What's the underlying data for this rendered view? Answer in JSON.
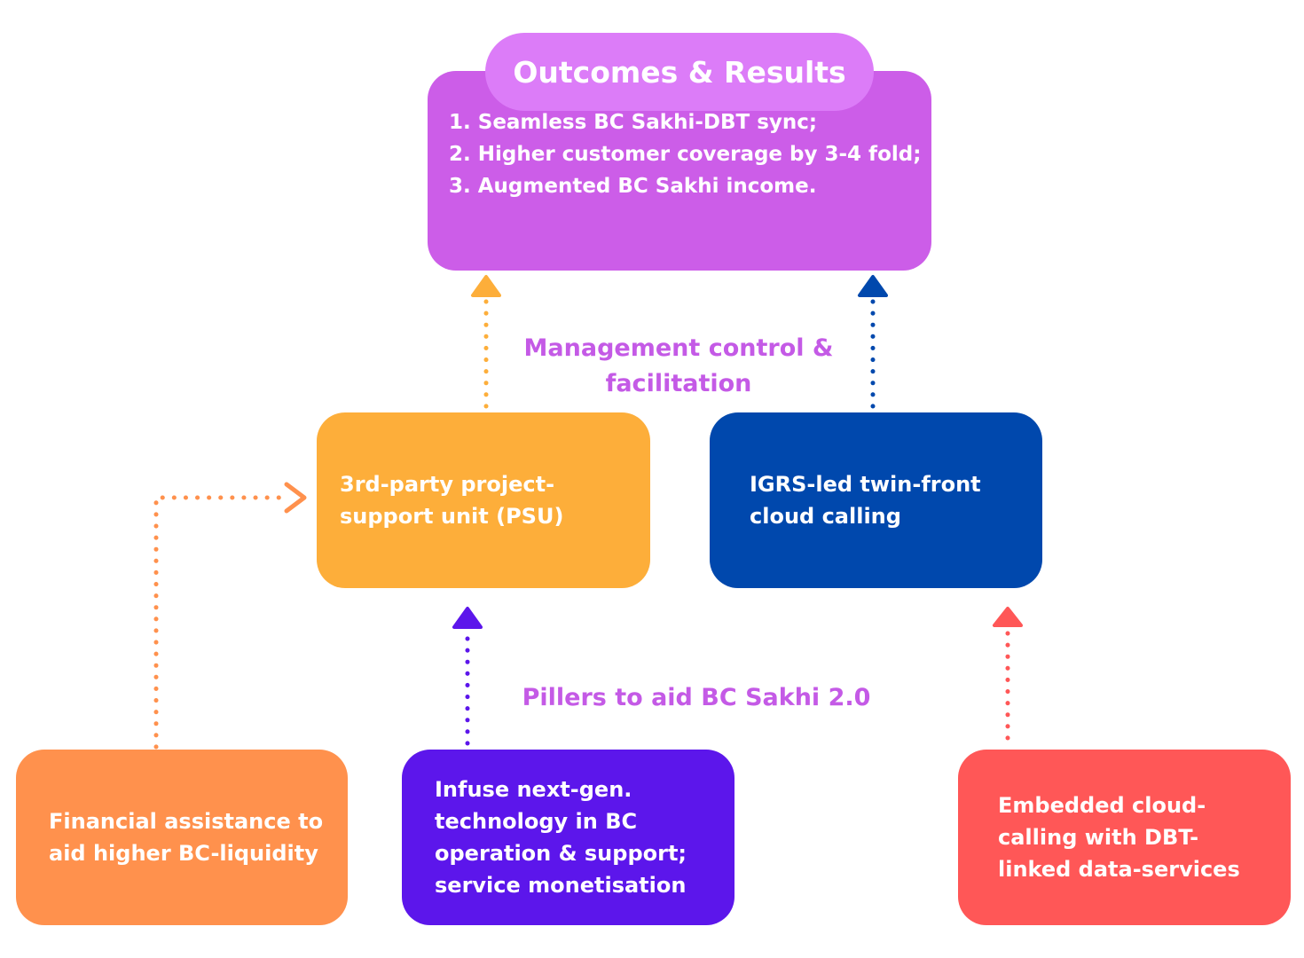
{
  "colors": {
    "outcomes": "#cc5de8",
    "outcomes_header": "#dc7cf8",
    "psu": "#fdae3a",
    "igrs": "#0048ad",
    "financial": "#ff914d",
    "technology": "#5c16eb",
    "cloud": "#ff5757",
    "label_text": "#c45ae6"
  },
  "outcomes": {
    "title": "Outcomes & Results",
    "items": [
      "1. Seamless BC Sakhi-DBT sync;",
      "2. Higher customer coverage by 3-4 fold;",
      "3. Augmented BC Sakhi income."
    ]
  },
  "middle": {
    "psu": {
      "lines": [
        "3rd-party project-",
        "support unit (PSU)"
      ]
    },
    "igrs": {
      "lines": [
        "IGRS-led twin-front",
        "cloud calling"
      ]
    },
    "label": {
      "lines": [
        "Management control &",
        "facilitation"
      ]
    }
  },
  "pillars": {
    "label": "Pillers to aid BC Sakhi 2.0",
    "financial": {
      "lines": [
        "Financial assistance to",
        "aid higher BC-liquidity"
      ]
    },
    "technology": {
      "lines": [
        "Infuse next-gen.",
        "technology in BC",
        "operation & support;",
        "service monetisation"
      ]
    },
    "cloud": {
      "lines": [
        "Embedded cloud-",
        "calling with DBT-",
        "linked data-services"
      ]
    }
  }
}
